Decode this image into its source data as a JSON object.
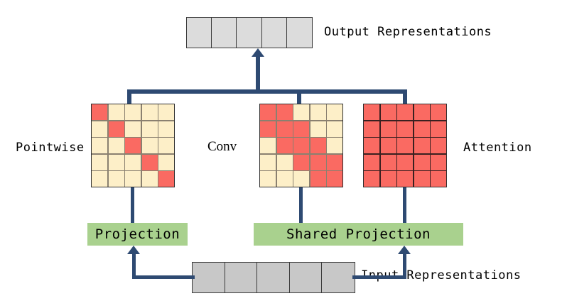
{
  "diagram": {
    "title_hidden": "",
    "colors": {
      "active_cell": "#FA6A62",
      "inactive_cell": "#FDEFC8",
      "projection_box": "#A9D18E",
      "token_top": "#DCDCDC",
      "token_bottom": "#C8C8C8",
      "wire": "#2E4A72"
    }
  },
  "labels": {
    "output": "Output Representations",
    "input": "Input Representations",
    "pointwise": "Pointwise",
    "conv": "Conv",
    "attention": "Attention",
    "projection": "Projection",
    "shared_projection": "Shared Projection"
  },
  "output_tokens": {
    "count": 5,
    "cells": [
      "",
      "",
      "",
      "",
      ""
    ]
  },
  "input_tokens": {
    "count": 5,
    "cells": [
      "",
      "",
      "",
      "",
      ""
    ]
  },
  "matrices": {
    "pointwise": {
      "name": "Pointwise",
      "rows": 5,
      "cols": 5,
      "pattern": "diagonal",
      "mask": [
        [
          1,
          0,
          0,
          0,
          0
        ],
        [
          0,
          1,
          0,
          0,
          0
        ],
        [
          0,
          0,
          1,
          0,
          0
        ],
        [
          0,
          0,
          0,
          1,
          0
        ],
        [
          0,
          0,
          0,
          0,
          1
        ]
      ]
    },
    "conv": {
      "name": "Conv",
      "rows": 5,
      "cols": 5,
      "pattern": "banded",
      "mask": [
        [
          1,
          1,
          0,
          0,
          0
        ],
        [
          1,
          1,
          1,
          0,
          0
        ],
        [
          0,
          1,
          1,
          1,
          0
        ],
        [
          0,
          0,
          1,
          1,
          1
        ],
        [
          0,
          0,
          0,
          1,
          1
        ]
      ]
    },
    "attention": {
      "name": "Attention",
      "rows": 5,
      "cols": 5,
      "pattern": "full",
      "mask": [
        [
          1,
          1,
          1,
          1,
          1
        ],
        [
          1,
          1,
          1,
          1,
          1
        ],
        [
          1,
          1,
          1,
          1,
          1
        ],
        [
          1,
          1,
          1,
          1,
          1
        ],
        [
          1,
          1,
          1,
          1,
          1
        ]
      ]
    }
  }
}
